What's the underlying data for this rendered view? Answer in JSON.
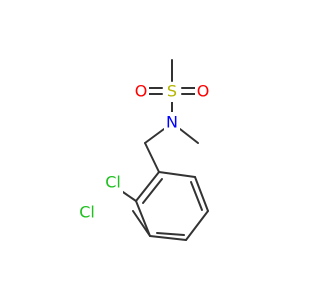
{
  "molecule": {
    "atoms": {
      "sulfur": {
        "label": "S",
        "color": "#b5b500"
      },
      "oxygen_left": {
        "label": "O",
        "color": "#ff0000"
      },
      "oxygen_right": {
        "label": "O",
        "color": "#ff0000"
      },
      "nitrogen": {
        "label": "N",
        "color": "#0000ff"
      },
      "chlorine_upper": {
        "label": "Cl",
        "color": "#1fc01f"
      },
      "chlorine_lower": {
        "label": "Cl",
        "color": "#1fc01f"
      }
    },
    "bond_color": "#333333"
  }
}
